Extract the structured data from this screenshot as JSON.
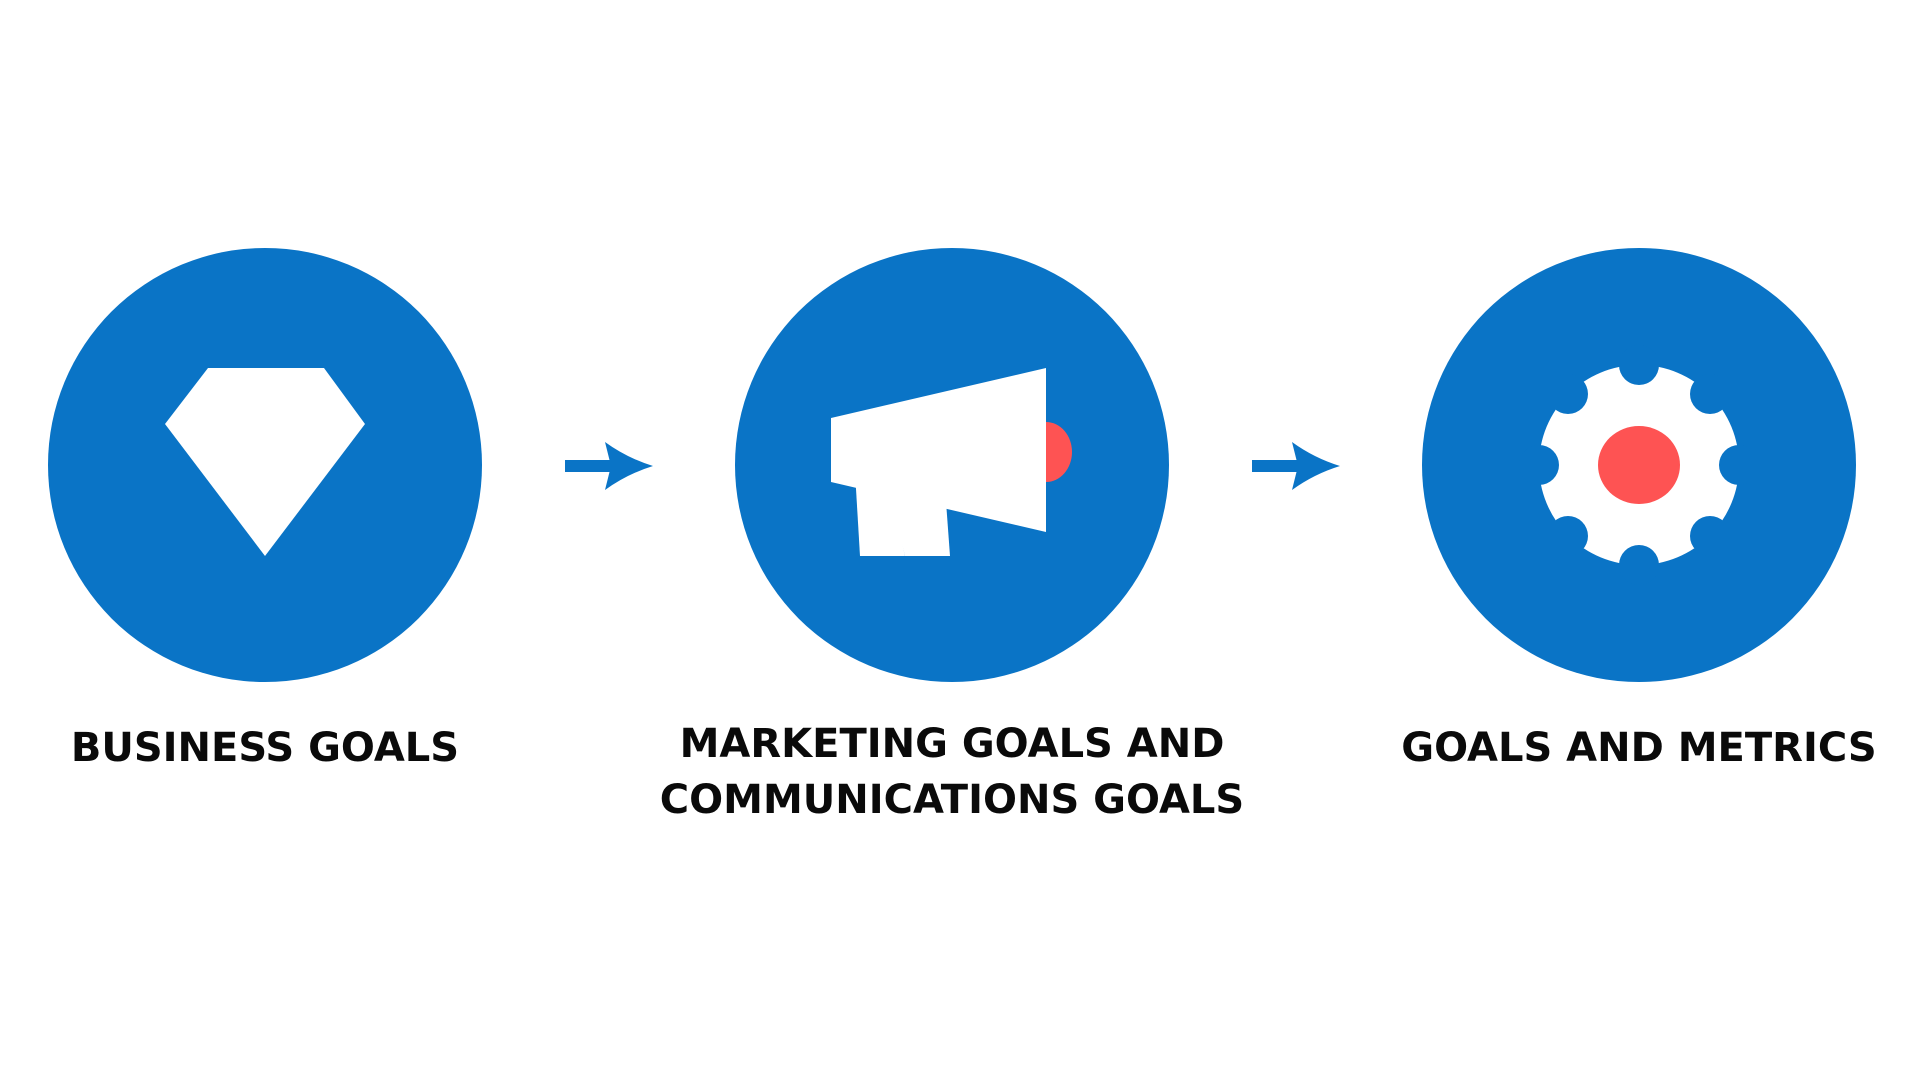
{
  "colors": {
    "circle": "#0a74c6",
    "icon": "#ffffff",
    "accent": "#fe5353",
    "arrow": "#0a74c6",
    "text": "#0a0a0a"
  },
  "steps": [
    {
      "icon": "diamond-icon",
      "label_lines": [
        "BUSINESS GOALS"
      ]
    },
    {
      "icon": "megaphone-icon",
      "label_lines": [
        "MARKETING GOALS AND",
        "COMMUNICATIONS GOALS"
      ]
    },
    {
      "icon": "gear-icon",
      "label_lines": [
        "GOALS AND METRICS"
      ]
    }
  ],
  "arrows": [
    {
      "icon": "arrow-right-icon"
    },
    {
      "icon": "arrow-right-icon"
    }
  ]
}
